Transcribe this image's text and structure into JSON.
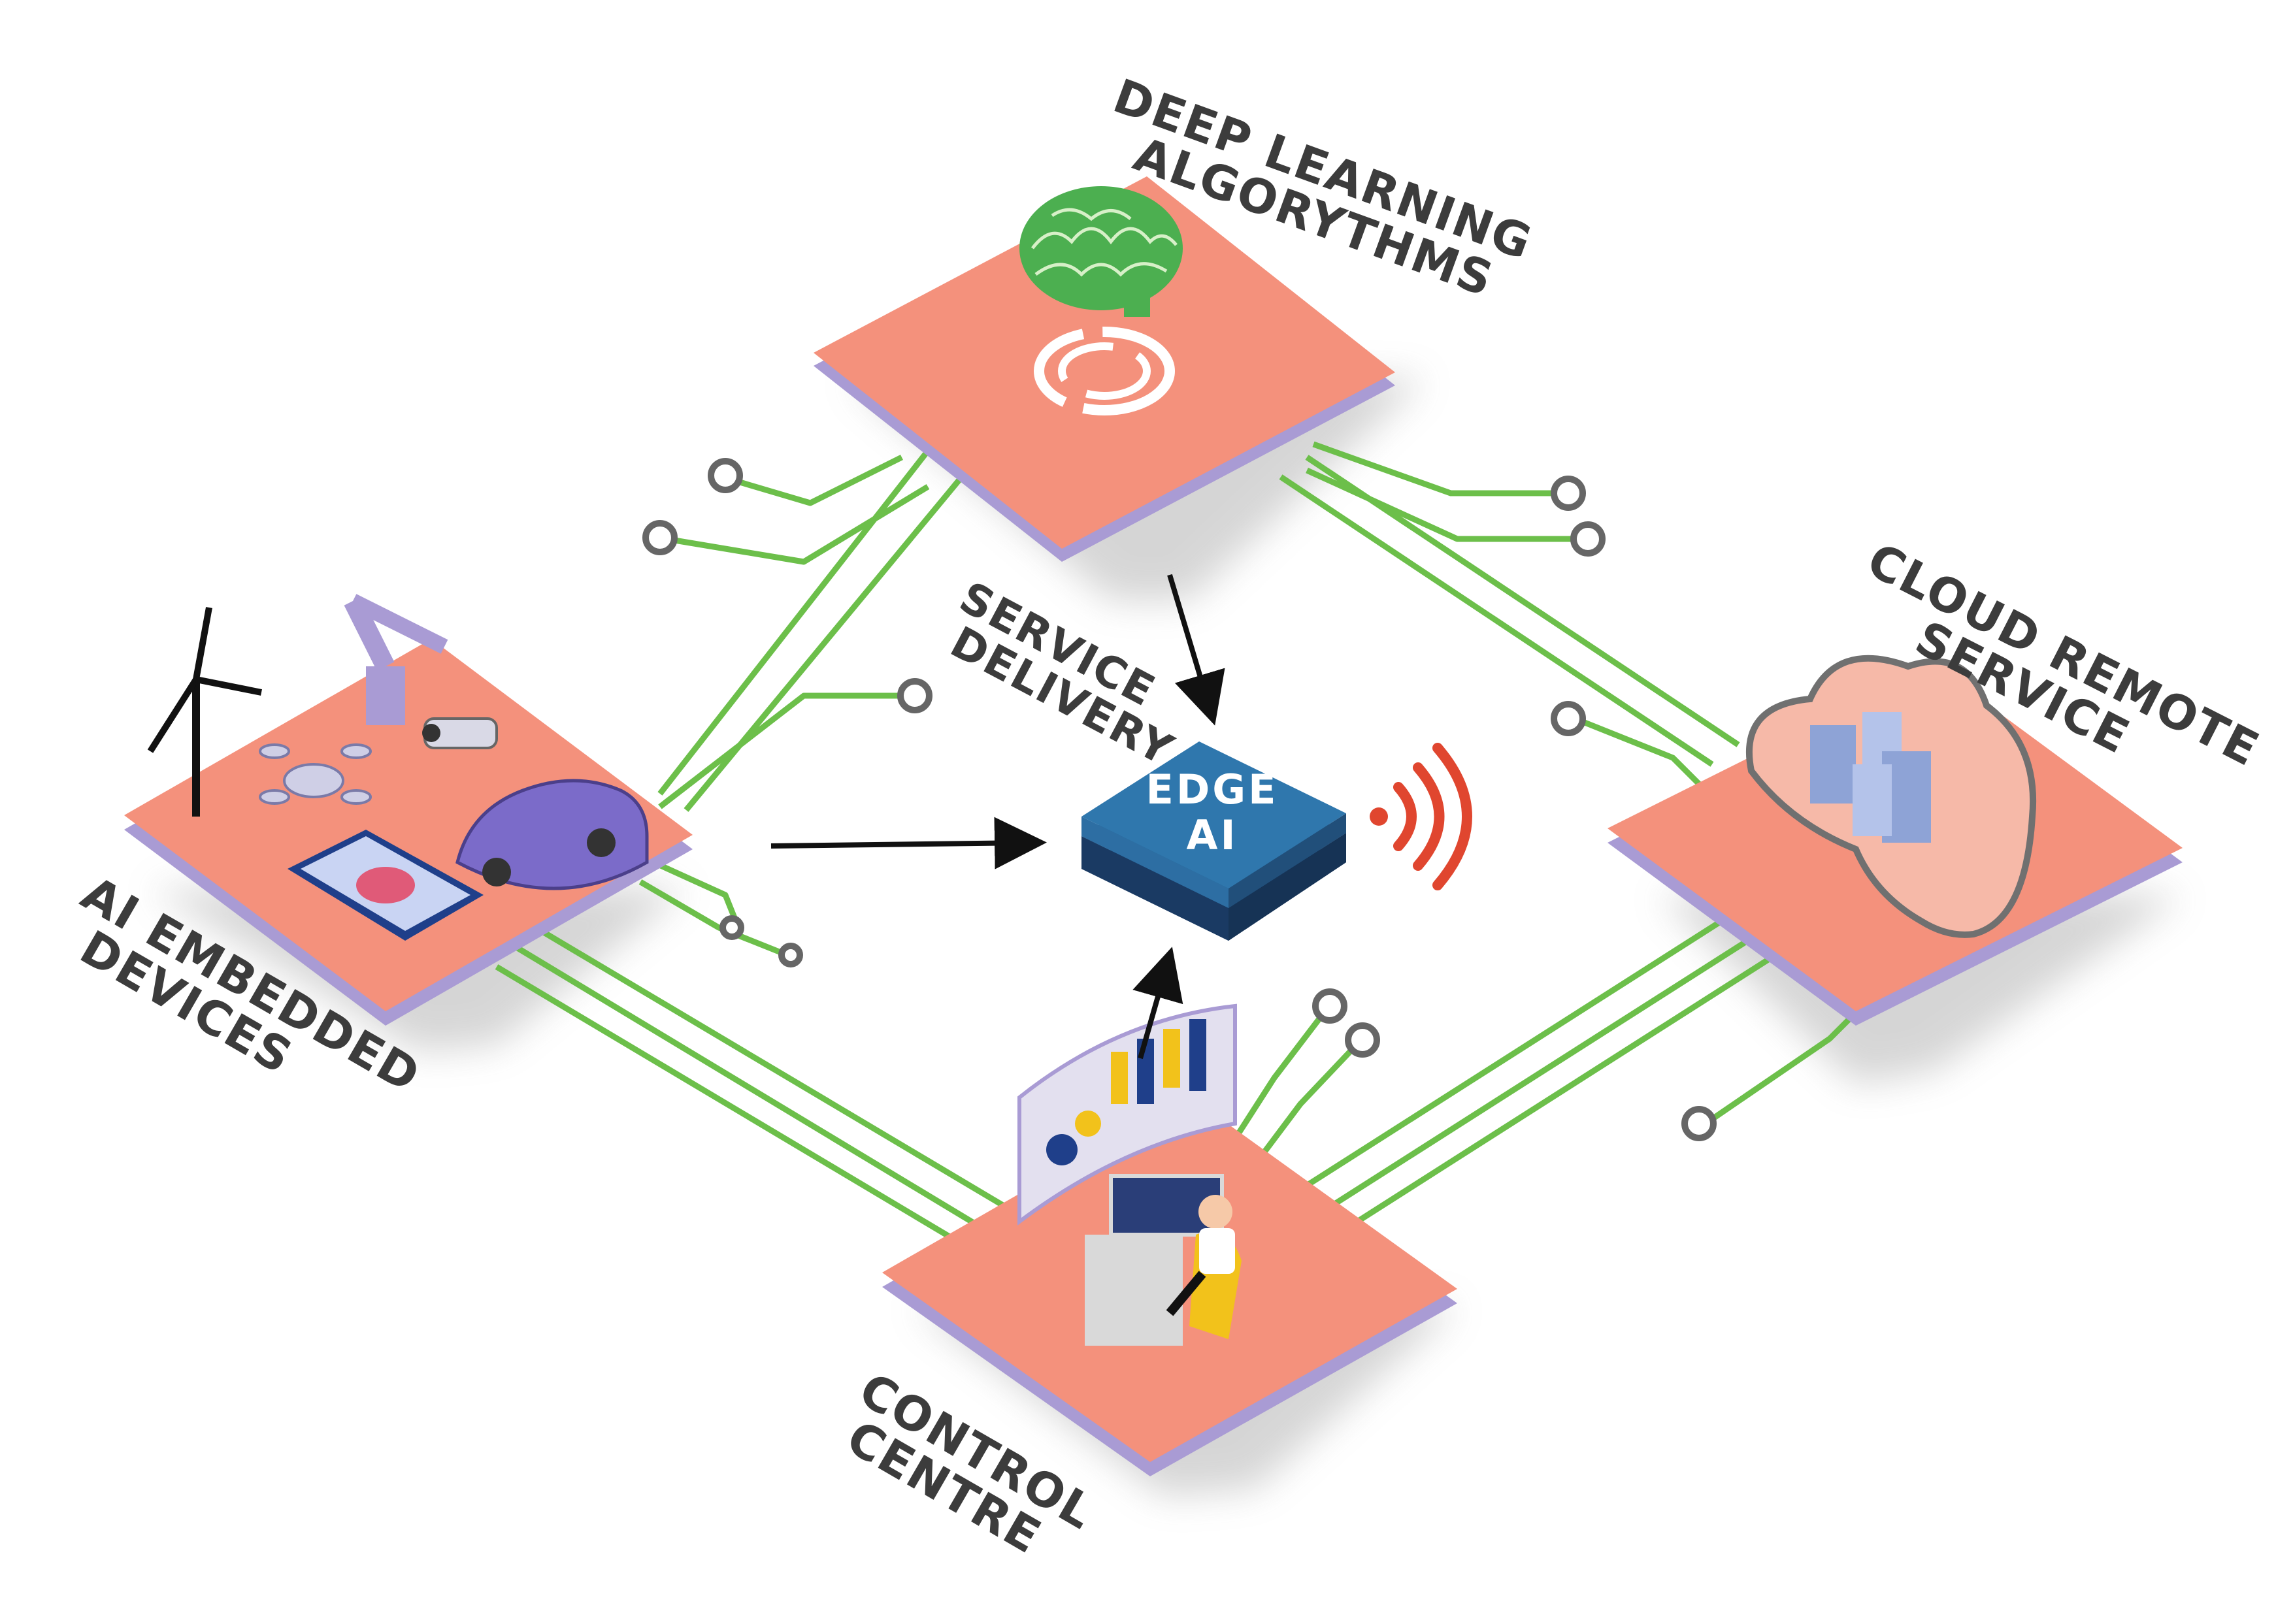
{
  "nodes": {
    "deep_learning": {
      "line1": "DEEP LEARNING",
      "line2": "ALGORYTHMS"
    },
    "cloud": {
      "line1": "CLOUD REMOTE",
      "line2": "SERVICE"
    },
    "embedded": {
      "line1": "AI EMBEDDED",
      "line2": "DEVICES"
    },
    "control": {
      "line1": "CONTROL",
      "line2": "CENTRE"
    },
    "service": {
      "line1": "SERVICE",
      "line2": "DELIVERY"
    },
    "edge": {
      "line1": "EDGE",
      "line2": "AI"
    }
  },
  "colors": {
    "platform_top": "#f4917c",
    "platform_side": "#a99bd4",
    "circuit": "#6cbf4a",
    "node_ring": "#666666",
    "edge_box": "#1f4f7a",
    "wifi": "#e0462f",
    "arrow": "#111111",
    "brain": "#4caf50",
    "label": "#3c3c3c"
  },
  "icons": [
    "brain-icon",
    "loading-ring-icon",
    "cloud-icon",
    "server-icon",
    "wind-turbine-icon",
    "robot-arm-icon",
    "drone-icon",
    "security-camera-icon",
    "car-icon",
    "tablet-icon",
    "operator-icon",
    "dashboard-icon",
    "wifi-icon"
  ]
}
